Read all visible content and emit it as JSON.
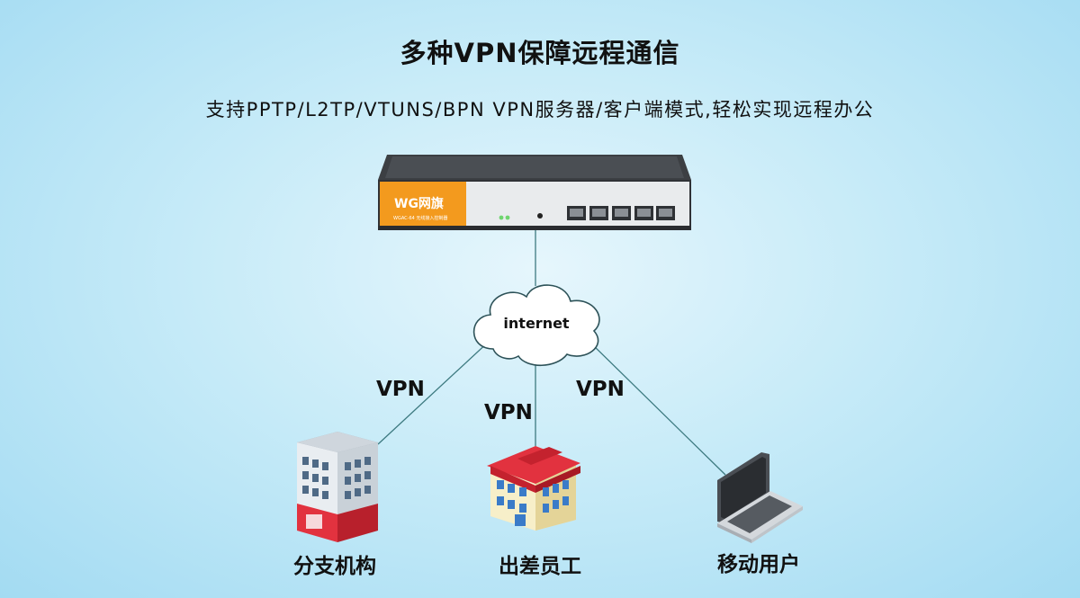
{
  "header": {
    "title": "多种VPN保障远程通信",
    "subtitle": "支持PPTP/L2TP/VTUNS/BPN VPN服务器/客户端模式,轻松实现远程办公"
  },
  "router": {
    "brand": "WG网旗",
    "model": "WGAC-64",
    "model_desc": "无线接入控制器",
    "accent_color": "#f39a1e"
  },
  "cloud": {
    "label": "internet"
  },
  "links": [
    {
      "label": "VPN"
    },
    {
      "label": "VPN"
    },
    {
      "label": "VPN"
    }
  ],
  "nodes": [
    {
      "label": "分支机构",
      "icon": "office-building-icon"
    },
    {
      "label": "出差员工",
      "icon": "hotel-building-icon"
    },
    {
      "label": "移动用户",
      "icon": "laptop-icon"
    }
  ],
  "colors": {
    "line": "#3d7a80",
    "roof": "#e2323f"
  }
}
